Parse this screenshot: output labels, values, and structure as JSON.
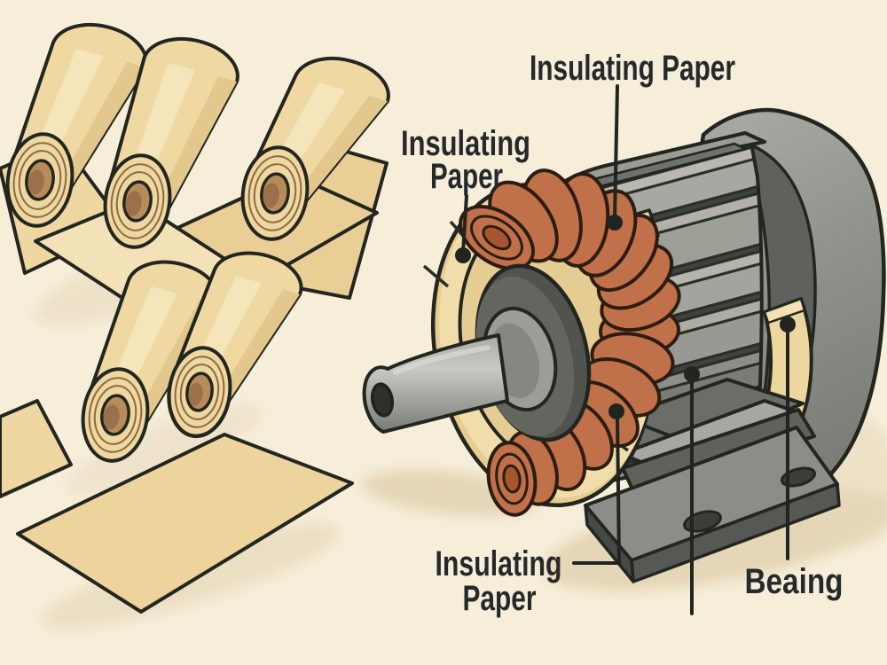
{
  "diagram": {
    "type": "illustration",
    "subject": "electric-motor-insulating-paper",
    "background_color": "#f6eed9",
    "labels": {
      "insulating_paper_top": "Insulating Paper",
      "insulating_paper_left_line1": "Insulating",
      "insulating_paper_left_line2": "Paper",
      "insulating_paper_bottom_line1": "Insulating",
      "insulating_paper_bottom_line2": "Paper",
      "bearing": "Beaing"
    },
    "colors": {
      "paper_tan": "#efd8a1",
      "paper_tan_dark": "#e3c88d",
      "paper_tan_light": "#f5e5ba",
      "paper_core_brown": "#b78c5a",
      "insulation_cream": "#f1dda9",
      "copper_winding": "#c1714a",
      "motor_gray_light": "#b7b5ac",
      "motor_gray_mid": "#989b94",
      "motor_gray_dark": "#5e615c",
      "outline": "#22261f",
      "label_text": "#26292b",
      "cast_shadow": "#e6d8ba"
    }
  }
}
